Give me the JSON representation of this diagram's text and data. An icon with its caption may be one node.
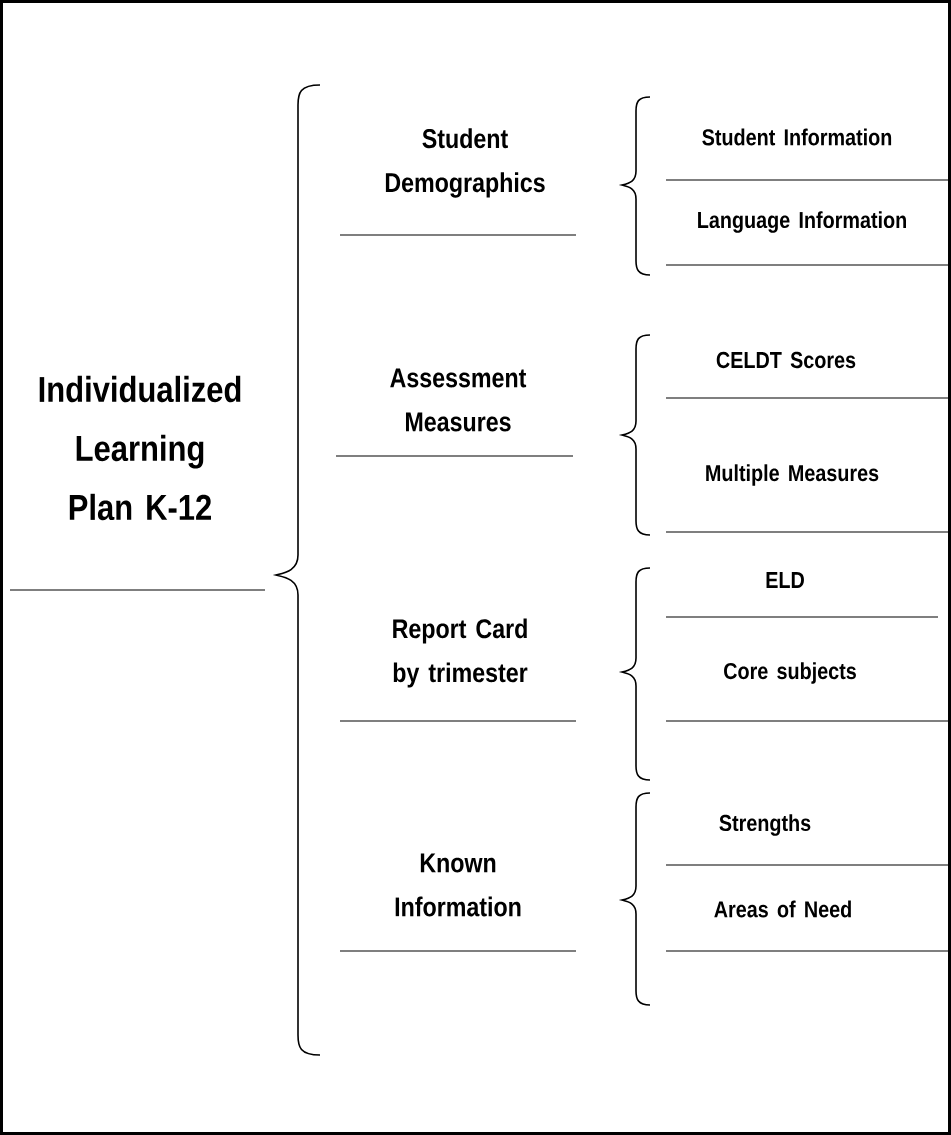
{
  "diagram": {
    "labels": [
      "Individualized Learning Plan K-12",
      "Student Demographics",
      "Student Information",
      "Language Information",
      "Assessment Measures",
      "CELDT Scores",
      "Multiple Measures",
      "Report Card by trimester",
      "ELD",
      "Core subjects",
      "Known Information",
      "Strengths",
      "Areas of Need"
    ]
  }
}
